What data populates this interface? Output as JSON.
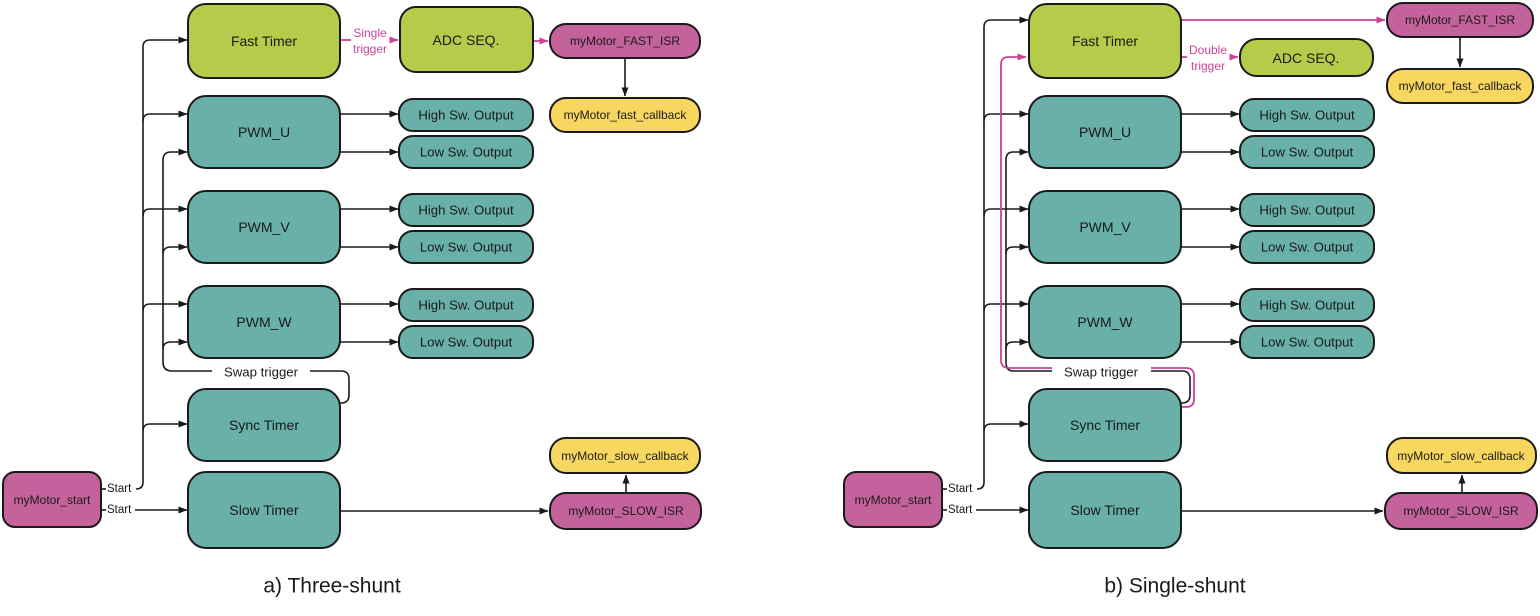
{
  "palette": {
    "green": "#b4cc4a",
    "teal": "#68b0a8",
    "pink": "#c4629c",
    "yellow": "#f7d75f",
    "line": "#1a1a1a",
    "pink_line": "#cb4397",
    "text": "#1a1a1a"
  },
  "diagrams": {
    "a": {
      "caption": "a) Three-shunt",
      "nodes": {
        "fast_timer": "Fast Timer",
        "adc_seq": "ADC SEQ.",
        "fast_isr": "myMotor_FAST_ISR",
        "fast_callback": "myMotor_fast_callback",
        "pwm_u": "PWM_U",
        "pwm_v": "PWM_V",
        "pwm_w": "PWM_W",
        "high_sw": "High Sw. Output",
        "low_sw": "Low Sw. Output",
        "sync_timer": "Sync Timer",
        "slow_timer": "Slow Timer",
        "start": "myMotor_start",
        "slow_callback": "myMotor_slow_callback",
        "slow_isr": "myMotor_SLOW_ISR"
      },
      "labels": {
        "trigger_line1": "Single",
        "trigger_line2": "trigger",
        "swap_trigger": "Swap trigger",
        "start_top": "Start",
        "start_bottom": "Start"
      }
    },
    "b": {
      "caption": "b) Single-shunt",
      "nodes": {
        "fast_timer": "Fast Timer",
        "adc_seq": "ADC SEQ.",
        "fast_isr": "myMotor_FAST_ISR",
        "fast_callback": "myMotor_fast_callback",
        "pwm_u": "PWM_U",
        "pwm_v": "PWM_V",
        "pwm_w": "PWM_W",
        "high_sw": "High Sw. Output",
        "low_sw": "Low Sw. Output",
        "sync_timer": "Sync Timer",
        "slow_timer": "Slow Timer",
        "start": "myMotor_start",
        "slow_callback": "myMotor_slow_callback",
        "slow_isr": "myMotor_SLOW_ISR"
      },
      "labels": {
        "trigger_line1": "Double",
        "trigger_line2": "trigger",
        "swap_trigger": "Swap trigger",
        "start_top": "Start",
        "start_bottom": "Start"
      }
    }
  }
}
